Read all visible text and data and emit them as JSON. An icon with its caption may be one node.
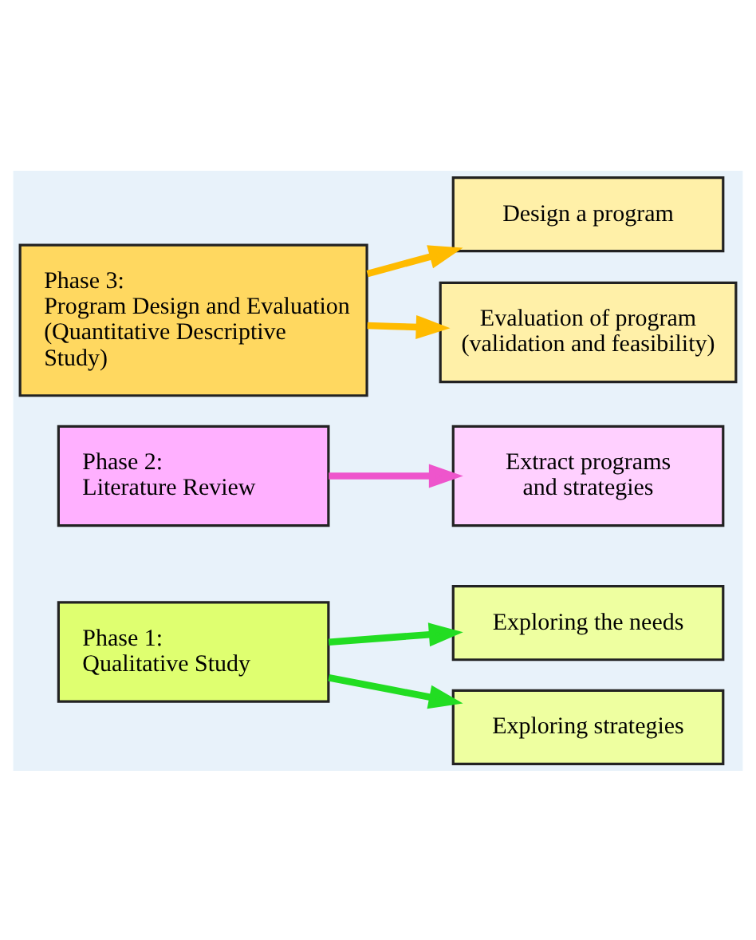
{
  "diagram": {
    "nodes": [
      {
        "text": [
          "Phase 1:",
          "Qualitative Study"
        ]
      },
      {
        "text": [
          "Exploring the needs"
        ]
      },
      {
        "text": [
          "Exploring strategies"
        ]
      },
      {
        "text": [
          "Phase 2:",
          "Literature Review"
        ]
      },
      {
        "text": [
          "Extract programs and strategies"
        ]
      },
      {
        "text": [
          "Phase 3:",
          "Program Design and Evaluation (Quantitative Descriptive Study)"
        ]
      },
      {
        "text": [
          "Design a program"
        ]
      },
      {
        "text": [
          "Evaluation of program (validation and feasibility)"
        ]
      }
    ],
    "edges": [
      {
        "from": 0,
        "to": 1,
        "arrow": "to",
        "color": "#22dd22"
      },
      {
        "from": 0,
        "to": 2,
        "arrow": "to",
        "color": "#22dd22"
      },
      {
        "from": 3,
        "to": 4,
        "arrow": "to",
        "color": "#ee55cc"
      },
      {
        "from": 5,
        "to": 6,
        "arrow": "to",
        "color": "#ffbb00"
      },
      {
        "from": 5,
        "to": 7,
        "arrow": "to",
        "color": "#ffbb00"
      }
    ]
  }
}
